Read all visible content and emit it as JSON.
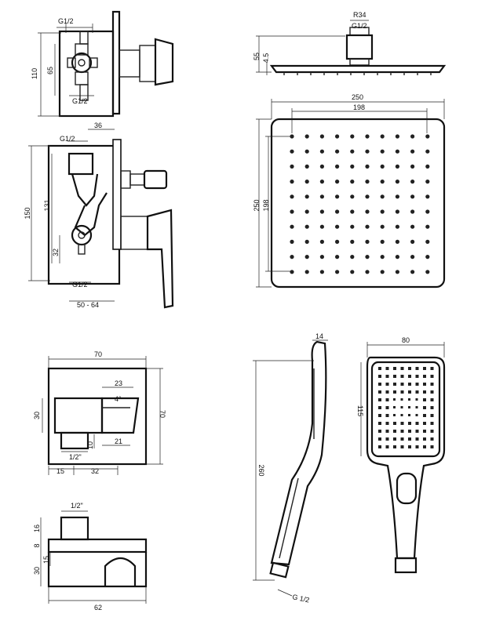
{
  "drawings": {
    "mixer_side": {
      "labels": {
        "top_thread": "G1/2",
        "height": "110",
        "inner_height": "65",
        "bottom_thread": "G1/2"
      }
    },
    "mixer_front": {
      "labels": {
        "top_thread": "G1/2",
        "offset": "36",
        "height": "150",
        "inner_height": "131",
        "lower_offset": "32",
        "bottom_thread": "G1/2",
        "depth_range": "50 - 64"
      }
    },
    "rain_side": {
      "labels": {
        "radius": "R34",
        "thread": "G1/2",
        "height": "55",
        "thickness": "4.5"
      }
    },
    "rain_top": {
      "labels": {
        "width": "250",
        "inner_width": "198",
        "height": "250",
        "inner_height": "198"
      }
    },
    "outlet_front": {
      "labels": {
        "width": "70",
        "height": "70",
        "inner_height": "30",
        "nozzle_width": "23",
        "angle": "4°",
        "offset_10": "10",
        "width_21": "21",
        "thread": "1/2\"",
        "left_15": "15",
        "span_32": "32"
      }
    },
    "outlet_side": {
      "labels": {
        "thread": "1/2\"",
        "h16": "16",
        "h8": "8",
        "h15": "15",
        "h30": "30",
        "width": "62"
      }
    },
    "hand_side": {
      "labels": {
        "thickness": "14",
        "length": "260",
        "thread": "G 1/2"
      }
    },
    "hand_front": {
      "labels": {
        "width": "80",
        "head_height": "115"
      }
    }
  }
}
